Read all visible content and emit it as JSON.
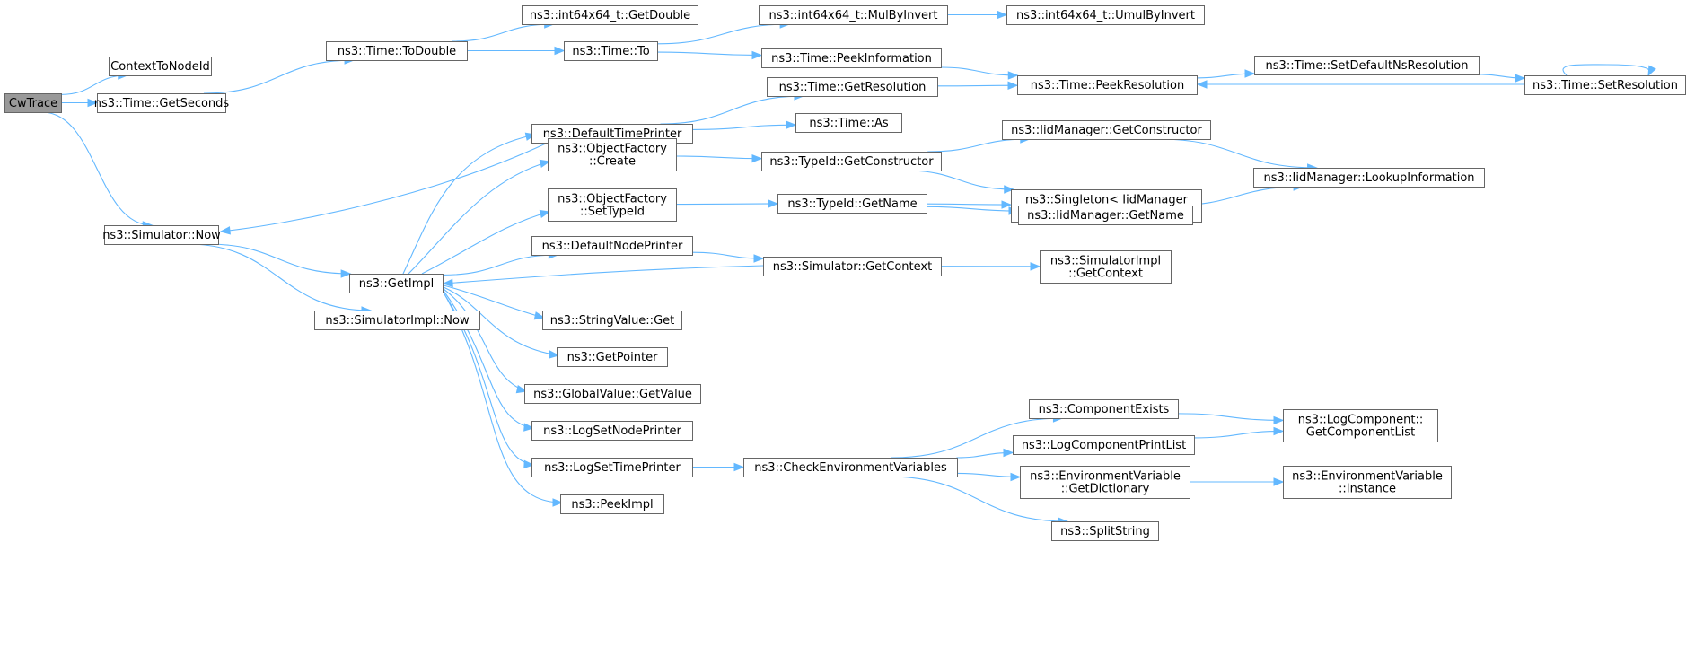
{
  "diagram": {
    "type": "call-graph",
    "colors": {
      "edge": "#63b8ff",
      "root_fill": "#999999",
      "node_border": "#666666",
      "node_fill": "#ffffff"
    },
    "nodes": {
      "cwtrace": {
        "lines": [
          "CwTrace"
        ],
        "root": true
      },
      "contexttonodeid": {
        "lines": [
          "ContextToNodeId"
        ]
      },
      "getseconds": {
        "lines": [
          "ns3::Time::GetSeconds"
        ]
      },
      "simnow": {
        "lines": [
          "ns3::Simulator::Now"
        ]
      },
      "todouble": {
        "lines": [
          "ns3::Time::ToDouble"
        ]
      },
      "getdouble": {
        "lines": [
          "ns3::int64x64_t::GetDouble"
        ]
      },
      "timeto": {
        "lines": [
          "ns3::Time::To"
        ]
      },
      "mulbyinvert": {
        "lines": [
          "ns3::int64x64_t::MulByInvert"
        ]
      },
      "umulbyinvert": {
        "lines": [
          "ns3::int64x64_t::UmulByInvert"
        ]
      },
      "peekinformation": {
        "lines": [
          "ns3::Time::PeekInformation"
        ]
      },
      "peekresolution": {
        "lines": [
          "ns3::Time::PeekResolution"
        ]
      },
      "setdefaultns": {
        "lines": [
          "ns3::Time::SetDefaultNsResolution"
        ]
      },
      "setresolution": {
        "lines": [
          "ns3::Time::SetResolution"
        ]
      },
      "defaulttimeprinter": {
        "lines": [
          "ns3::DefaultTimePrinter"
        ]
      },
      "getresolution": {
        "lines": [
          "ns3::Time::GetResolution"
        ]
      },
      "timeas": {
        "lines": [
          "ns3::Time::As"
        ]
      },
      "ofcreate": {
        "lines": [
          "ns3::ObjectFactory",
          "::Create"
        ]
      },
      "typeidgetconstructor": {
        "lines": [
          "ns3::TypeId::GetConstructor"
        ]
      },
      "iidgetconstructor": {
        "lines": [
          "ns3::IidManager::GetConstructor"
        ]
      },
      "singletonget": {
        "lines": [
          "ns3::Singleton< IidManager",
          ">::Get"
        ]
      },
      "lookupinfo": {
        "lines": [
          "ns3::IidManager::LookupInformation"
        ]
      },
      "ofsettypeid": {
        "lines": [
          "ns3::ObjectFactory",
          "::SetTypeId"
        ]
      },
      "typeidgetname": {
        "lines": [
          "ns3::TypeId::GetName"
        ]
      },
      "iidgetname": {
        "lines": [
          "ns3::IidManager::GetName"
        ]
      },
      "defaultnodeprinter": {
        "lines": [
          "ns3::DefaultNodePrinter"
        ]
      },
      "simgetcontext": {
        "lines": [
          "ns3::Simulator::GetContext"
        ]
      },
      "simimplgetcontext": {
        "lines": [
          "ns3::SimulatorImpl",
          "::GetContext"
        ]
      },
      "getimpl": {
        "lines": [
          "ns3::GetImpl"
        ]
      },
      "simimplnow": {
        "lines": [
          "ns3::SimulatorImpl::Now"
        ]
      },
      "stringvalueget": {
        "lines": [
          "ns3::StringValue::Get"
        ]
      },
      "getpointer": {
        "lines": [
          "ns3::GetPointer"
        ]
      },
      "globalvalueget": {
        "lines": [
          "ns3::GlobalValue::GetValue"
        ]
      },
      "logsetnodeprinter": {
        "lines": [
          "ns3::LogSetNodePrinter"
        ]
      },
      "logsettimeprinter": {
        "lines": [
          "ns3::LogSetTimePrinter"
        ]
      },
      "peekimpl": {
        "lines": [
          "ns3::PeekImpl"
        ]
      },
      "checkenv": {
        "lines": [
          "ns3::CheckEnvironmentVariables"
        ]
      },
      "componentexists": {
        "lines": [
          "ns3::ComponentExists"
        ]
      },
      "logcomponentprintlist": {
        "lines": [
          "ns3::LogComponentPrintList"
        ]
      },
      "getcomponentlist": {
        "lines": [
          "ns3::LogComponent::",
          "GetComponentList"
        ]
      },
      "envgetdict": {
        "lines": [
          "ns3::EnvironmentVariable",
          "::GetDictionary"
        ]
      },
      "envinstance": {
        "lines": [
          "ns3::EnvironmentVariable",
          "::Instance"
        ]
      },
      "splitstring": {
        "lines": [
          "ns3::SplitString"
        ]
      }
    },
    "edges": [
      [
        "cwtrace",
        "contexttonodeid"
      ],
      [
        "cwtrace",
        "getseconds"
      ],
      [
        "cwtrace",
        "simnow"
      ],
      [
        "getseconds",
        "todouble"
      ],
      [
        "todouble",
        "getdouble"
      ],
      [
        "todouble",
        "timeto"
      ],
      [
        "timeto",
        "mulbyinvert"
      ],
      [
        "timeto",
        "peekinformation"
      ],
      [
        "mulbyinvert",
        "umulbyinvert"
      ],
      [
        "peekinformation",
        "peekresolution"
      ],
      [
        "peekresolution",
        "setdefaultns"
      ],
      [
        "setdefaultns",
        "setresolution"
      ],
      [
        "setresolution",
        "peekresolution"
      ],
      [
        "setresolution",
        "setresolution"
      ],
      [
        "simnow",
        "getimpl"
      ],
      [
        "simnow",
        "simimplnow"
      ],
      [
        "getimpl",
        "defaulttimeprinter"
      ],
      [
        "getimpl",
        "ofcreate"
      ],
      [
        "getimpl",
        "ofsettypeid"
      ],
      [
        "getimpl",
        "defaultnodeprinter"
      ],
      [
        "getimpl",
        "stringvalueget"
      ],
      [
        "getimpl",
        "getpointer"
      ],
      [
        "getimpl",
        "globalvalueget"
      ],
      [
        "getimpl",
        "logsetnodeprinter"
      ],
      [
        "getimpl",
        "logsettimeprinter"
      ],
      [
        "getimpl",
        "peekimpl"
      ],
      [
        "defaulttimeprinter",
        "getresolution"
      ],
      [
        "defaulttimeprinter",
        "timeas"
      ],
      [
        "defaulttimeprinter",
        "simnow"
      ],
      [
        "getresolution",
        "peekresolution"
      ],
      [
        "ofcreate",
        "typeidgetconstructor"
      ],
      [
        "typeidgetconstructor",
        "iidgetconstructor"
      ],
      [
        "typeidgetconstructor",
        "singletonget"
      ],
      [
        "iidgetconstructor",
        "lookupinfo"
      ],
      [
        "ofsettypeid",
        "typeidgetname"
      ],
      [
        "typeidgetname",
        "singletonget"
      ],
      [
        "typeidgetname",
        "iidgetname"
      ],
      [
        "iidgetname",
        "lookupinfo"
      ],
      [
        "defaultnodeprinter",
        "simgetcontext"
      ],
      [
        "simgetcontext",
        "simimplgetcontext"
      ],
      [
        "simgetcontext",
        "getimpl"
      ],
      [
        "logsettimeprinter",
        "checkenv"
      ],
      [
        "checkenv",
        "componentexists"
      ],
      [
        "checkenv",
        "logcomponentprintlist"
      ],
      [
        "checkenv",
        "envgetdict"
      ],
      [
        "checkenv",
        "splitstring"
      ],
      [
        "componentexists",
        "getcomponentlist"
      ],
      [
        "logcomponentprintlist",
        "getcomponentlist"
      ],
      [
        "envgetdict",
        "envinstance"
      ]
    ]
  }
}
